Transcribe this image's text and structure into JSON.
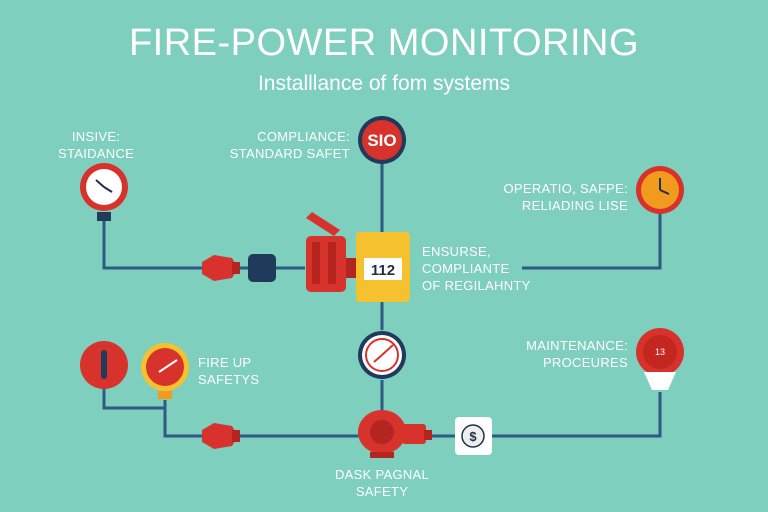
{
  "header": {
    "title": "FIRE-POWER MONITORING",
    "subtitle": "Installlance of fom systems"
  },
  "labels": {
    "insive": [
      "INSIVE:",
      "STAIDANCE"
    ],
    "compliance": [
      "COMPLIANCE:",
      "STANDARD SAFET"
    ],
    "operatio": [
      "OPERATIO, SAFPE:",
      "RELIADING LISE"
    ],
    "ensurse": [
      "ENSURSE,",
      "COMPLIANTE",
      "OF REGILAHNTY"
    ],
    "maintenance": [
      "MAINTENANCE:",
      "PROCEURES"
    ],
    "fire_up": [
      "FIRE UP",
      "SAFETYS"
    ],
    "dask": [
      "DASK PAGNAL",
      "SAFETY"
    ]
  },
  "devices": {
    "meter_value": "112",
    "sign_text": "SIO",
    "bulb_text": "13",
    "dollar_symbol": "$"
  },
  "colors": {
    "background": "#7fcfbf",
    "pipe": "#2e5a86",
    "red": "#d8322c",
    "yellow": "#f5c12e",
    "orange": "#f29a1e",
    "navy": "#1f3a5a"
  }
}
